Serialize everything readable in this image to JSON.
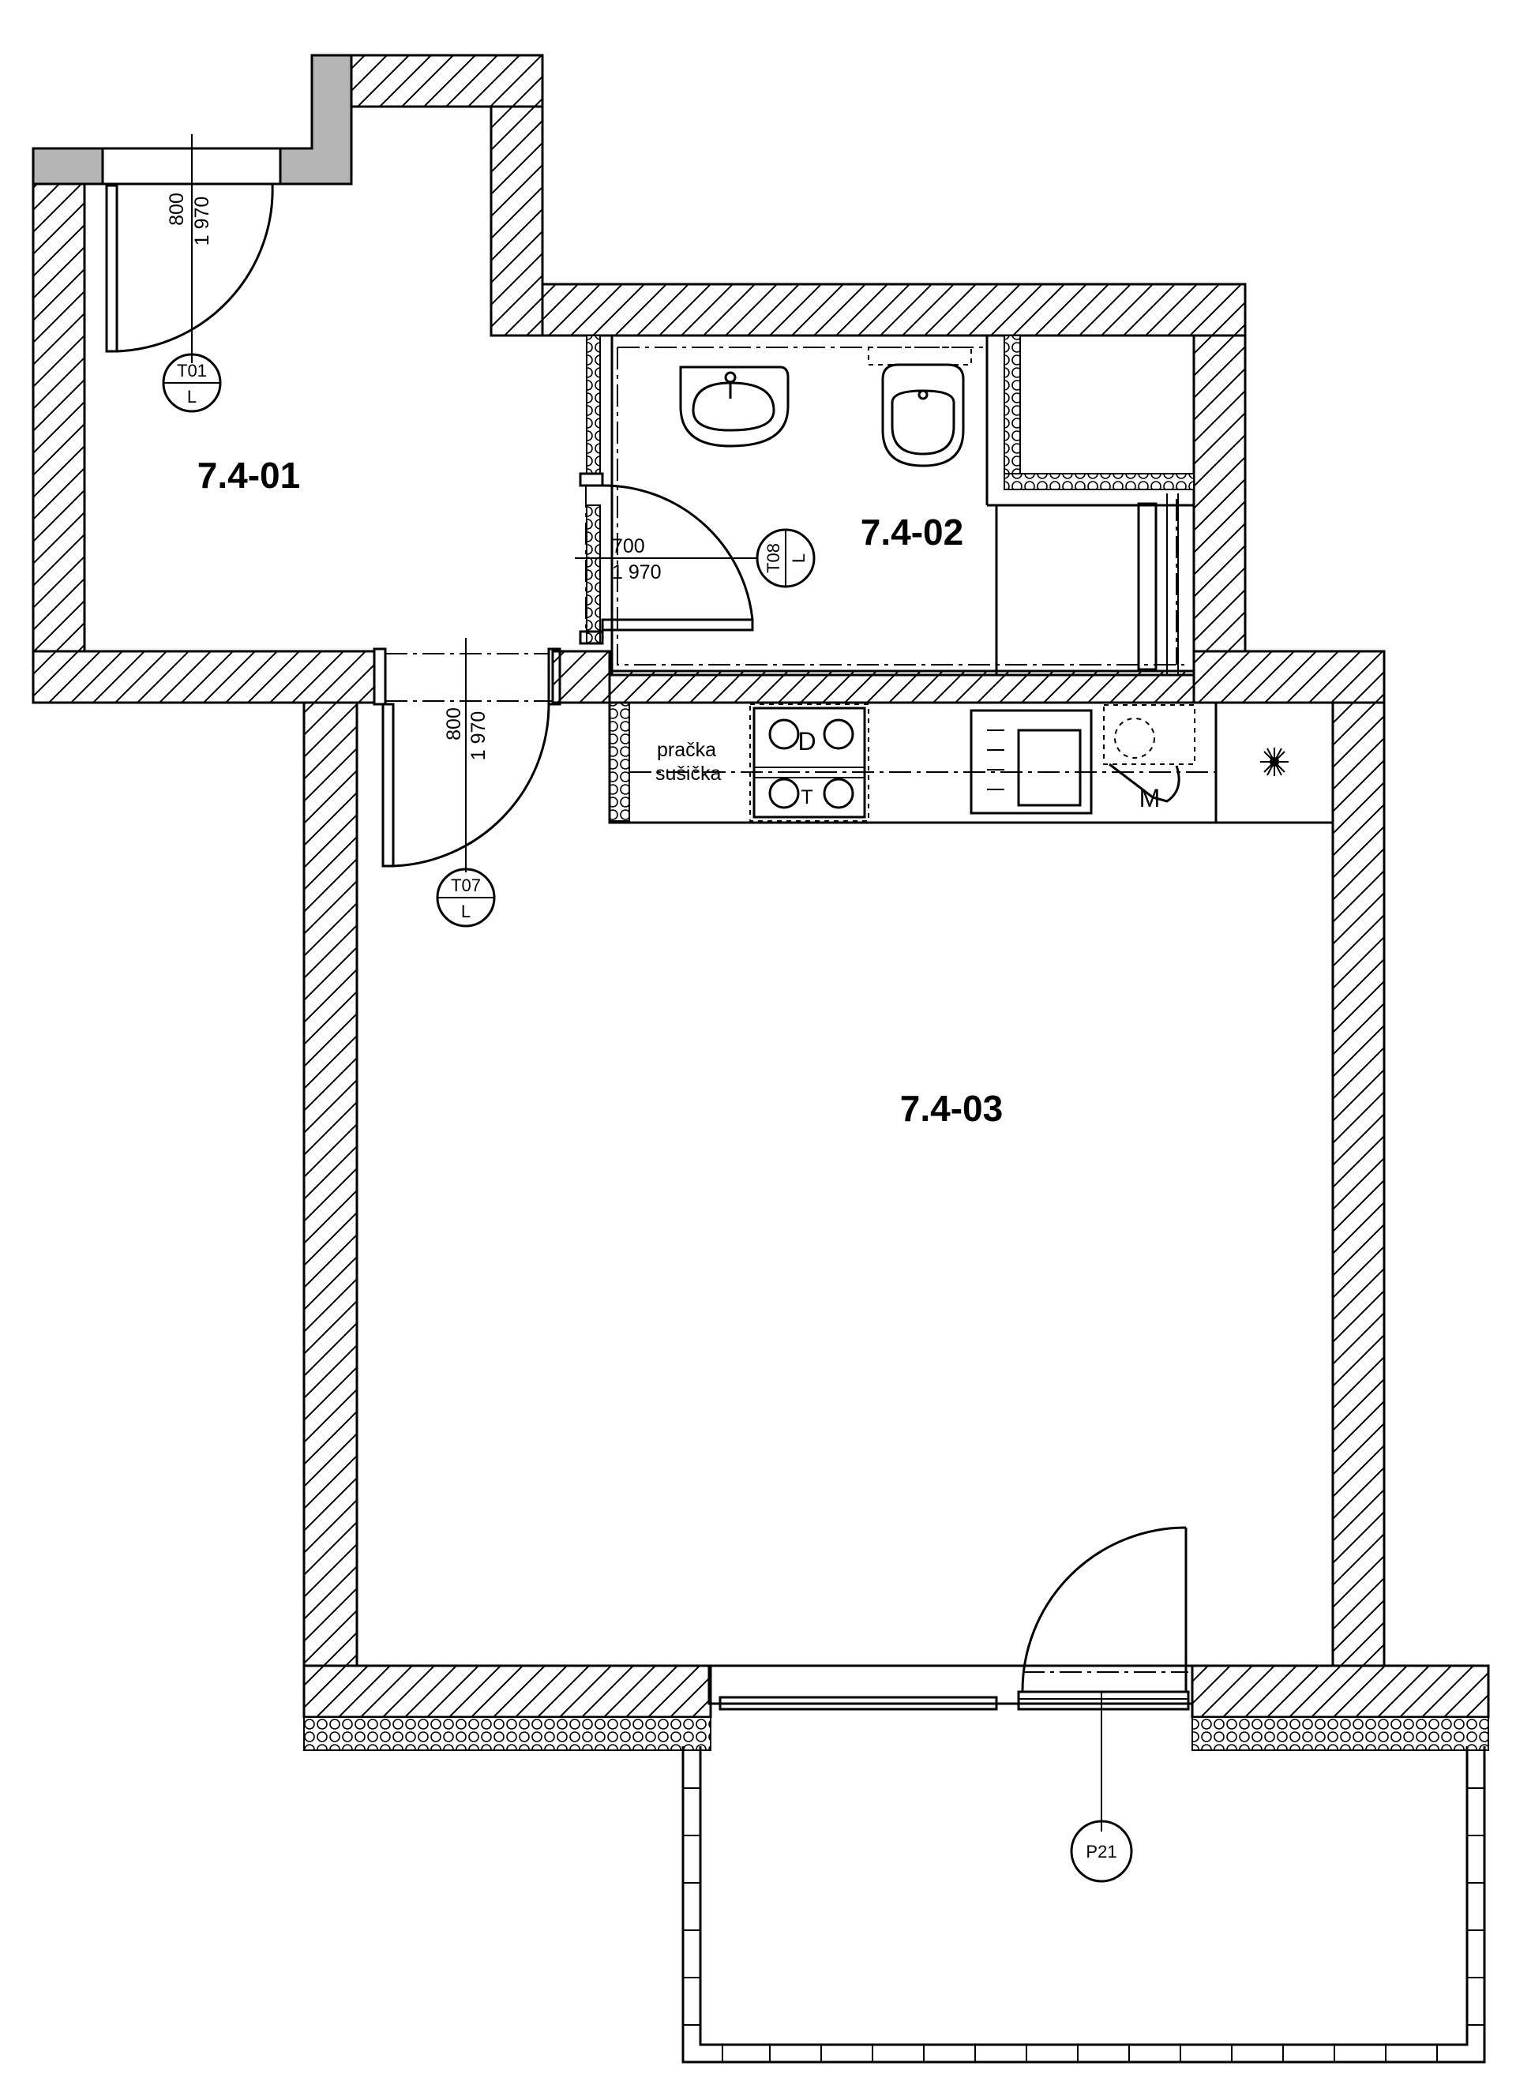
{
  "rooms": {
    "entry": "7.4-01",
    "bath": "7.4-02",
    "living": "7.4-03"
  },
  "doors": {
    "t01": {
      "code": "T01",
      "side": "L",
      "width": "800",
      "height": "1 970"
    },
    "t07": {
      "code": "T07",
      "side": "L",
      "width": "800",
      "height": "1 970"
    },
    "t08": {
      "code": "T08",
      "side": "L",
      "width": "700",
      "height": "1 970"
    },
    "p21": {
      "code": "P21"
    }
  },
  "appliances": {
    "washer_line1": "pračka",
    "washer_line2": "sušička",
    "dryer_mark": "D",
    "tumble_mark": "T",
    "microwave_mark": "M"
  },
  "colors": {
    "ink": "#000000",
    "shaded_wall": "#b4b4b4"
  }
}
